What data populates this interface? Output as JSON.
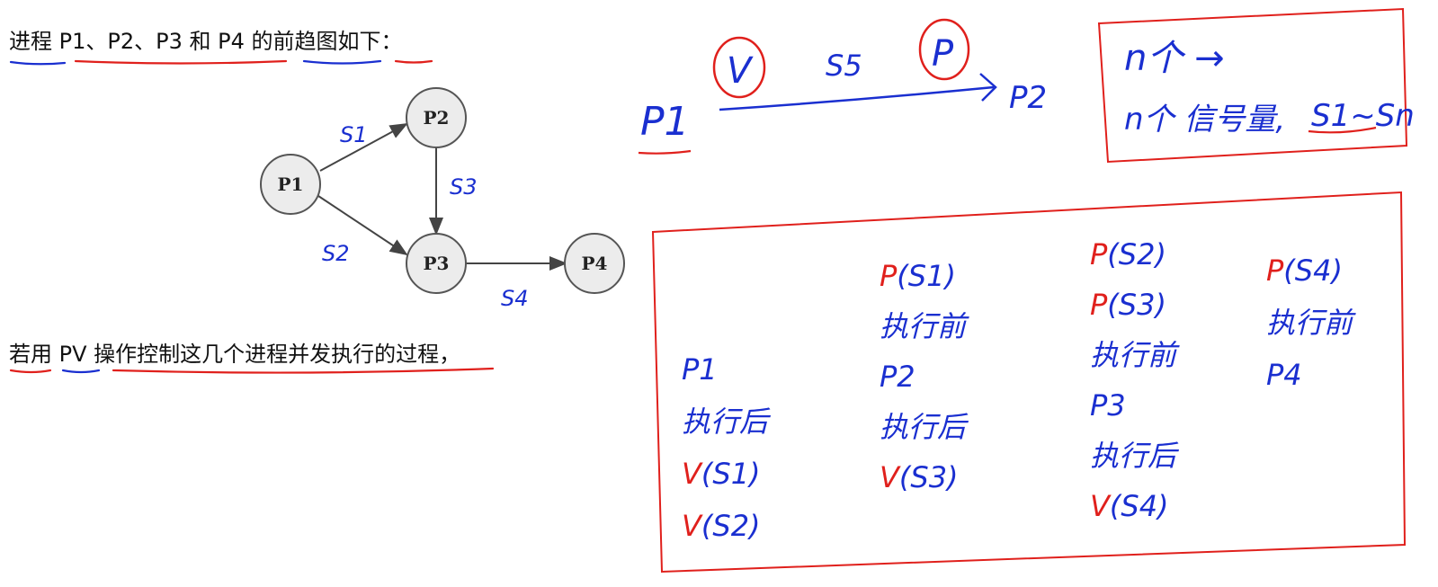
{
  "header_line": {
    "text": "进程 P1、P2、P3 和 P4 的前趋图如下："
  },
  "question_line": {
    "text": "若用 PV 操作控制这几个进程并发执行的过程，"
  },
  "graph": {
    "nodes": [
      "P1",
      "P2",
      "P3",
      "P4"
    ],
    "edges": [
      {
        "from": "P1",
        "to": "P2",
        "label": "S1"
      },
      {
        "from": "P1",
        "to": "P3",
        "label": "S2"
      },
      {
        "from": "P2",
        "to": "P3",
        "label": "S3"
      },
      {
        "from": "P3",
        "to": "P4",
        "label": "S4"
      }
    ]
  },
  "notes": {
    "arrow_example": {
      "from": "P1",
      "to": "P2",
      "semaphore": "S5",
      "left_op": "V",
      "right_op": "P"
    },
    "box_top": {
      "line1": "n个 →",
      "line2_a": "n个 信号量,",
      "line2_b": "S1~Sn"
    }
  },
  "schedule": [
    {
      "id": "col-p1",
      "lines": [
        "P1",
        "执行后",
        "V(S1)",
        "V(S2)"
      ]
    },
    {
      "id": "col-p2",
      "lines": [
        "P(S1)",
        "执行前",
        "P2",
        "执行后",
        "V(S3)"
      ]
    },
    {
      "id": "col-p3",
      "lines": [
        "P(S2)",
        "P(S3)",
        "执行前",
        "P3",
        "执行后",
        "V(S4)"
      ]
    },
    {
      "id": "col-p4",
      "lines": [
        "P(S4)",
        "执行前",
        "P4"
      ]
    }
  ],
  "colors": {
    "ink_blue": "#1a2fd0",
    "ink_red": "#e0201c",
    "node_fill": "#ececec",
    "node_stroke": "#555555"
  }
}
